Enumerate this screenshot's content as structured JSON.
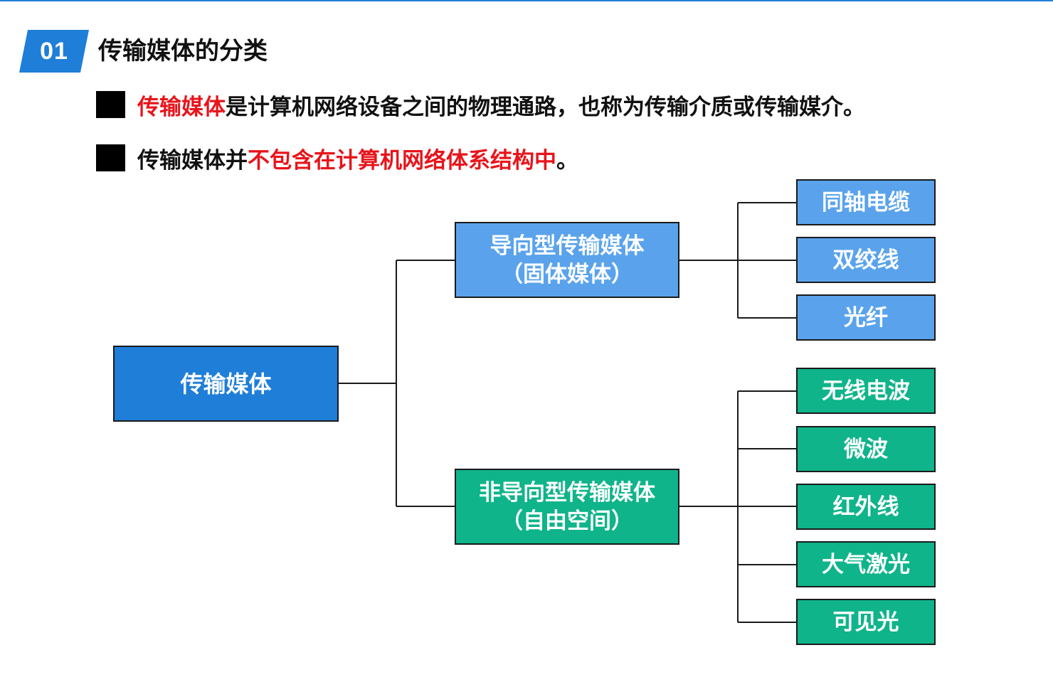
{
  "header": {
    "section_number": "01",
    "section_title": "传输媒体的分类"
  },
  "bullets": [
    {
      "part1_red": "传输媒体",
      "part2": "是计算机网络设备之间的物理通路，也称为传输介质或传输媒介。"
    },
    {
      "part1": "传输媒体并",
      "part2_red": "不包含在计算机网络体系结构中",
      "part3": "。"
    }
  ],
  "tree": {
    "root": "传输媒体",
    "guided": {
      "title": "导向型传输媒体",
      "subtitle": "（固体媒体）",
      "children": [
        "同轴电缆",
        "双绞线",
        "光纤"
      ]
    },
    "unguided": {
      "title": "非导向型传输媒体",
      "subtitle": "（自由空间）",
      "children": [
        "无线电波",
        "微波",
        "红外线",
        "大气激光",
        "可见光"
      ]
    }
  },
  "colors": {
    "root_fill": "#1f7ed8",
    "guided_fill": "#5aa3ec",
    "unguided_fill": "#0fb48a",
    "highlight_red": "#e8141b"
  }
}
